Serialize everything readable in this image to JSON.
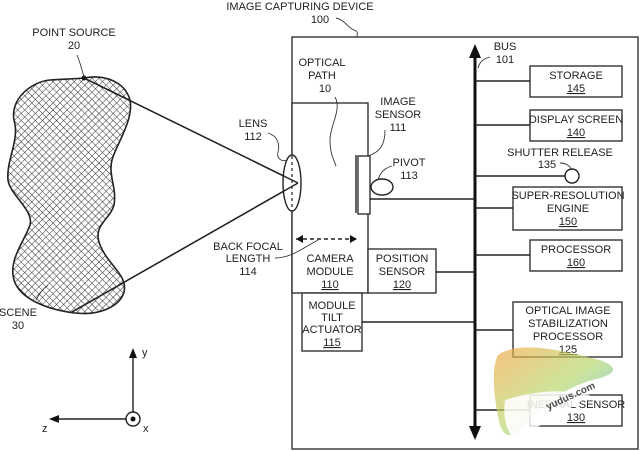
{
  "device": {
    "title": "IMAGE CAPTURING DEVICE",
    "ref": "100"
  },
  "scene": {
    "label": "SCENE",
    "ref": "30"
  },
  "point_source": {
    "label": "POINT SOURCE",
    "ref": "20"
  },
  "lens": {
    "label": "LENS",
    "ref": "112"
  },
  "optical_path": {
    "line1": "OPTICAL",
    "line2": "PATH",
    "ref": "10"
  },
  "image_sensor": {
    "line1": "IMAGE",
    "line2": "SENSOR",
    "ref": "111"
  },
  "pivot": {
    "label": "PIVOT",
    "ref": "113"
  },
  "back_focal_length": {
    "line1": "BACK FOCAL",
    "line2": "LENGTH",
    "ref": "114"
  },
  "camera_module": {
    "line1": "CAMERA",
    "line2": "MODULE",
    "ref": "110"
  },
  "position_sensor": {
    "line1": "POSITION",
    "line2": "SENSOR",
    "ref": "120"
  },
  "module_tilt_actuator": {
    "line1": "MODULE",
    "line2": "TILT",
    "line3": "ACTUATOR",
    "ref": "115"
  },
  "bus": {
    "label": "BUS",
    "ref": "101"
  },
  "storage": {
    "label": "STORAGE",
    "ref": "145"
  },
  "display_screen": {
    "label": "DISPLAY SCREEN",
    "ref": "140"
  },
  "shutter_release": {
    "label": "SHUTTER RELEASE",
    "ref": "135"
  },
  "super_resolution_engine": {
    "line1": "SUPER-RESOLUTION",
    "line2": "ENGINE",
    "ref": "150"
  },
  "processor": {
    "label": "PROCESSOR",
    "ref": "160"
  },
  "ois_processor": {
    "line1": "OPTICAL IMAGE",
    "line2": "STABILIZATION",
    "line3": "PROCESSOR",
    "ref": "125"
  },
  "inertial_sensor": {
    "label": "INERTIAL SENSOR",
    "ref": "130"
  },
  "axes": {
    "y": "y",
    "z": "z",
    "x": "x"
  },
  "watermark": {
    "text": "yudus.com"
  }
}
